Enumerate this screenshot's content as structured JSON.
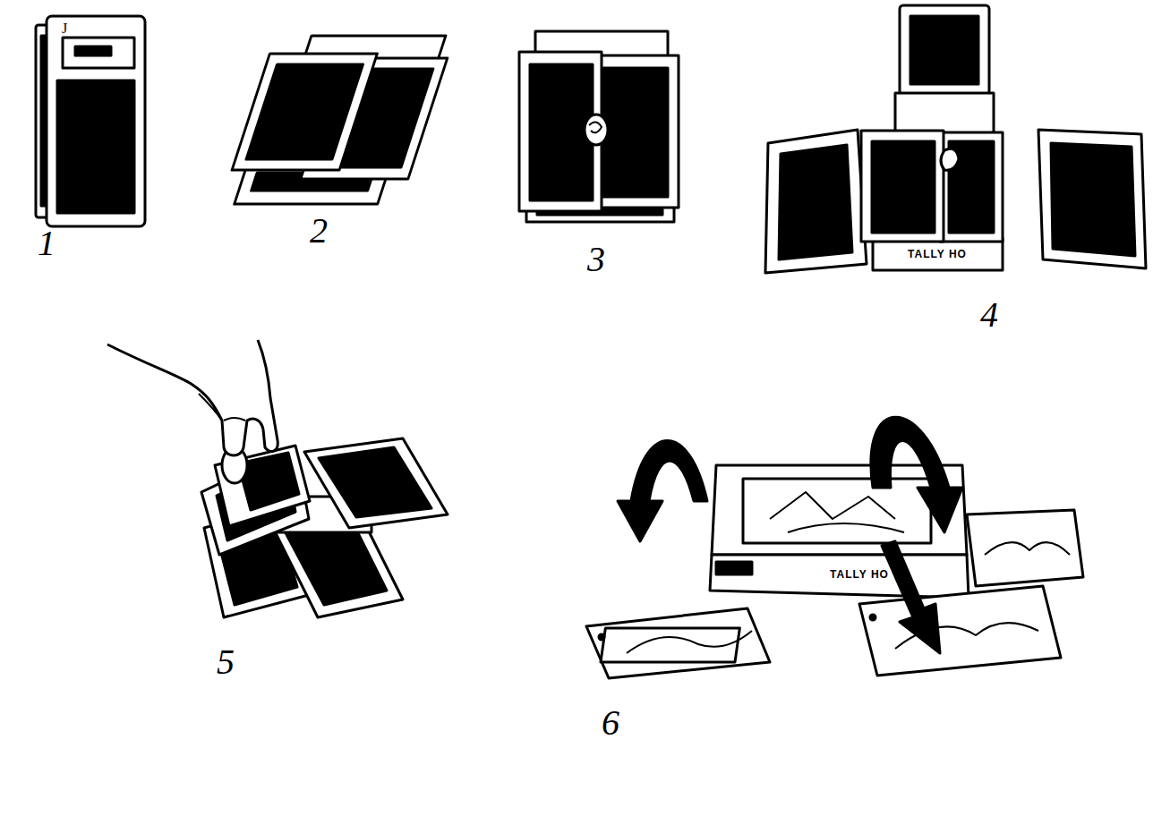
{
  "diagram": {
    "labels": [
      "J",
      "1",
      "2",
      "3",
      "4",
      "5",
      "6",
      "TALLY HO",
      "TALLY HO"
    ]
  }
}
